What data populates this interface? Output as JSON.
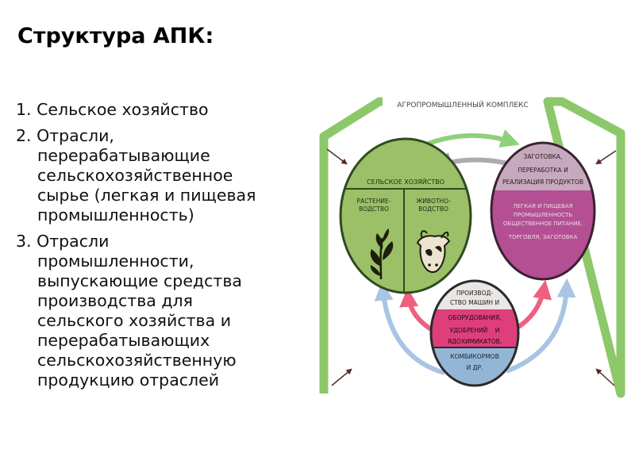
{
  "slide": {
    "title": "Структура АПК:",
    "list": [
      {
        "first": "1. Сельское хозяйство",
        "rest": []
      },
      {
        "first": "2. Отрасли,",
        "rest": [
          "перерабатывающие",
          "сельскохозяйственное",
          "сырье (легкая и пищевая",
          "промышленность)"
        ]
      },
      {
        "first": "3. Отрасли",
        "rest": [
          "промышленности,",
          "выпускающие средства",
          "производства для",
          "сельского хозяйства и",
          "перерабатывающих",
          "сельскохозяйственную",
          "продукцию отраслей"
        ]
      }
    ]
  },
  "diagram": {
    "frame_title": "АГРОПРОМЫШЛЕННЫЙ КОМПЛЕКС",
    "agriculture": {
      "header": "СЕЛЬСКОЕ ХОЗЯЙСТВО",
      "crop_line1": "РАСТЕНИЕ-",
      "crop_line2": "ВОДСТВО",
      "livestock_line1": "ЖИВОТНО-",
      "livestock_line2": "ВОДСТВО"
    },
    "processing": {
      "top_line1": "ЗАГОТОВКА,",
      "top_line2": "ПЕРЕРАБОТКА И",
      "top_line3": "РЕАЛИЗАЦИЯ ПРОДУКТОВ",
      "bottom_line1": "ЛЕГКАЯ И ПИЩЕВАЯ",
      "bottom_line2": "ПРОМЫШЛЕННОСТЬ",
      "bottom_line3": "ОБЩЕСТВЕННОЕ ПИТАНИЕ,",
      "bottom_line4": "ТОРГОВЛЯ, ЗАГОТОВКА"
    },
    "production": {
      "line1": "ПРОИЗВОД-",
      "line2": "СТВО МАШИН И",
      "line3": "ОБОРУДОВАНИЯ,",
      "line4": "УДОБРЕНИЙ    И",
      "line5": "ЯДОХИМИКАТОВ,",
      "line6": "КОМБИКОРМОВ",
      "line7": "И ДР."
    },
    "colors": {
      "frame": "#8cc86a",
      "agriculture": "#9cc068",
      "processing_top": "#c7a9bd",
      "processing_bottom": "#b44f94",
      "production_top": "#e9e6e3",
      "production_mid": "#de3f7b",
      "production_bottom": "#93b6d6",
      "arrow_green": "#8fd07c",
      "arrow_gray": "#b0aab0",
      "arrow_pink": "#ef5f80",
      "arrow_blue": "#a9c4e4"
    }
  }
}
